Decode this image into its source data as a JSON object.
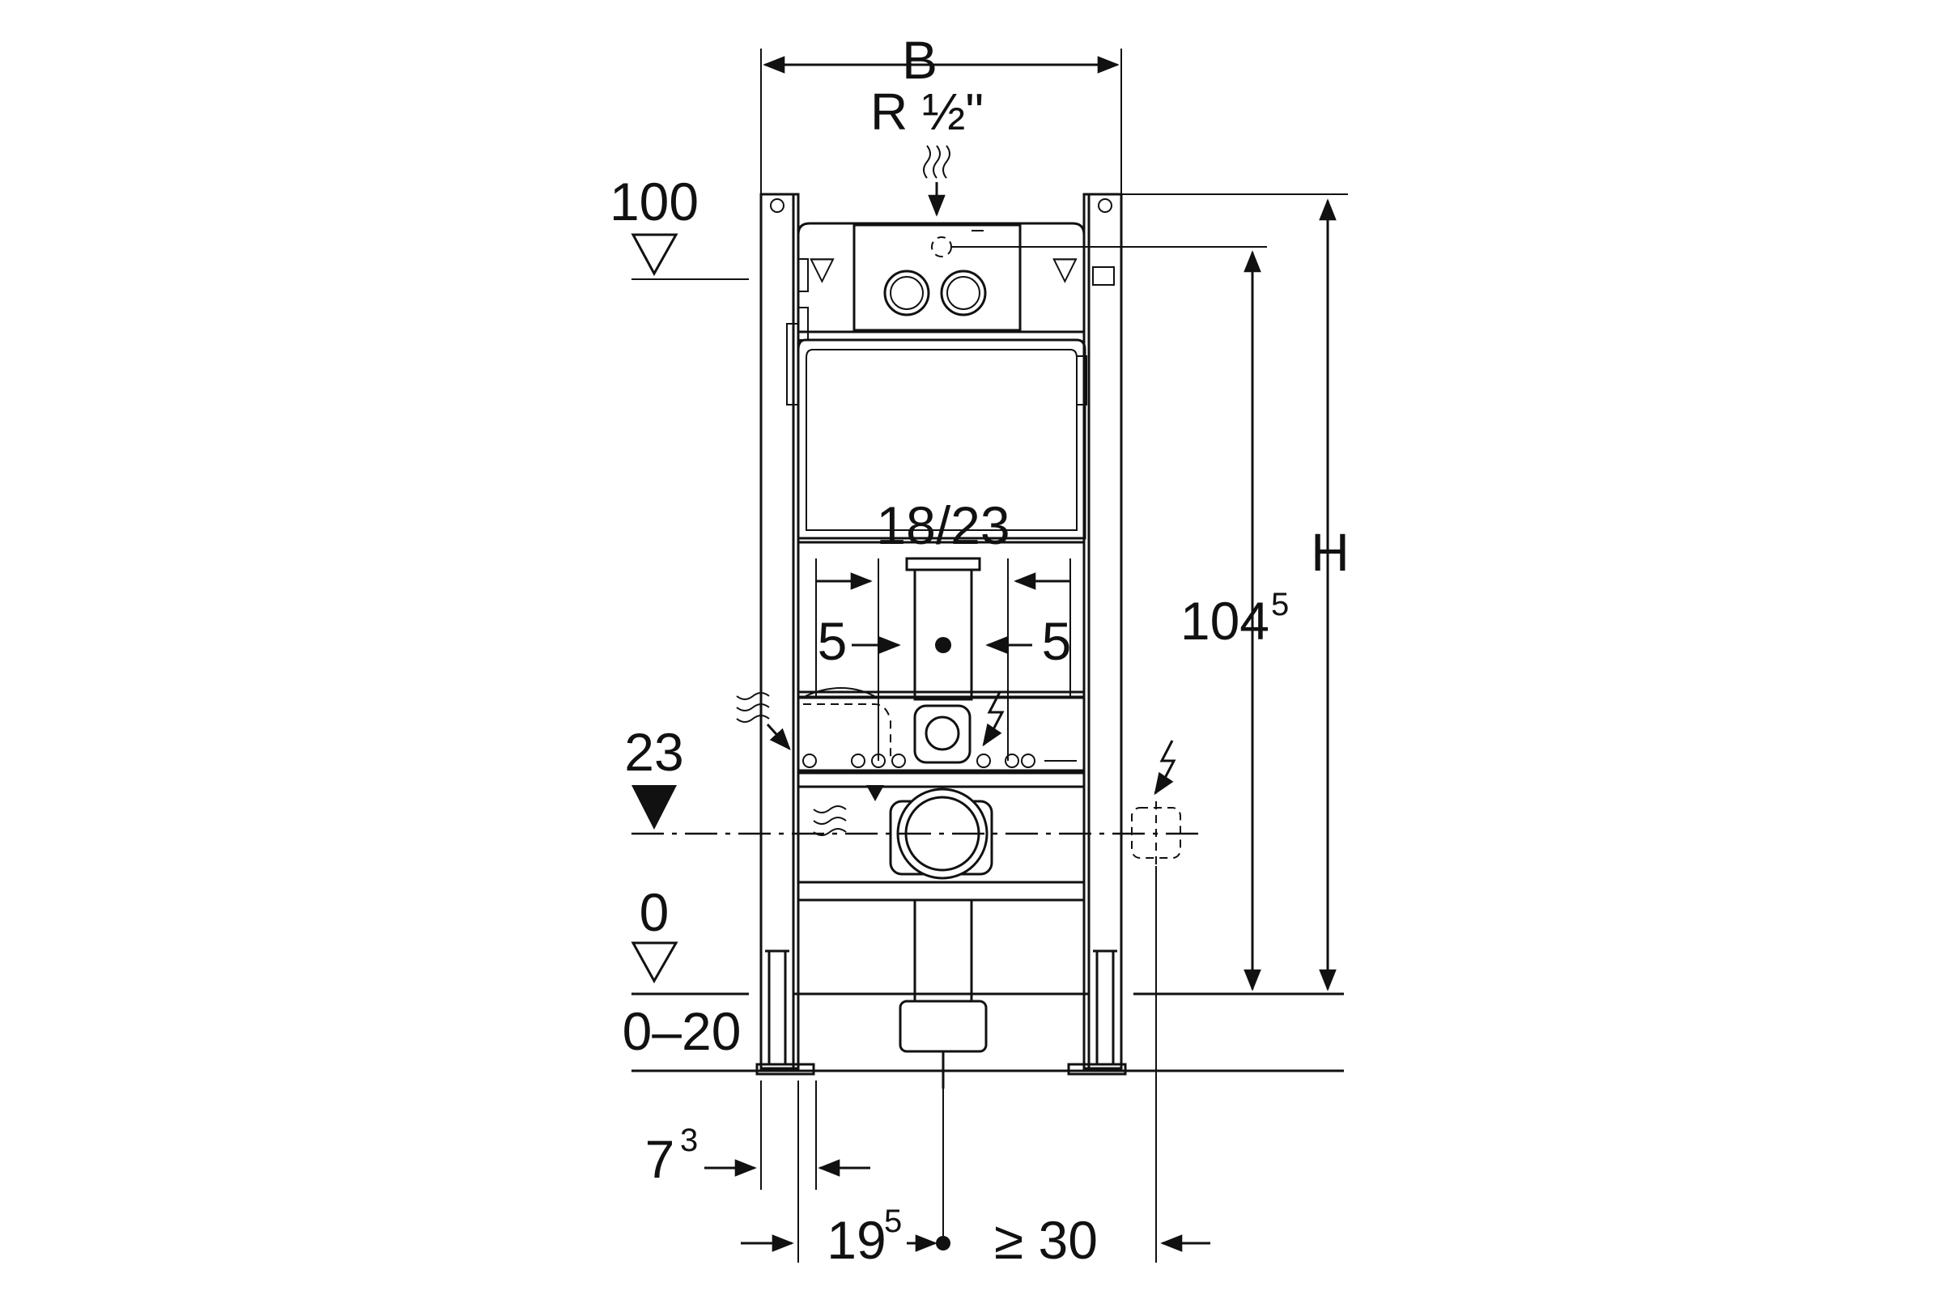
{
  "labels": {
    "width": "B",
    "thread": "R ½\"",
    "height": "H",
    "level_100": "100",
    "level_23": "23",
    "level_0": "0",
    "floor_range": "0–20",
    "dim_1045_main": "104",
    "dim_1045_sup": "5",
    "pipe_spacing": "18/23",
    "offset_left": "5",
    "offset_right": "5",
    "dim_73_main": "7",
    "dim_73_sup": "3",
    "dim_195_main": "19",
    "dim_195_sup": "5",
    "dim_min30": "≥ 30"
  },
  "icons": [
    "water-supply-icon",
    "electrical-icon",
    "flow-arrow-icon"
  ]
}
